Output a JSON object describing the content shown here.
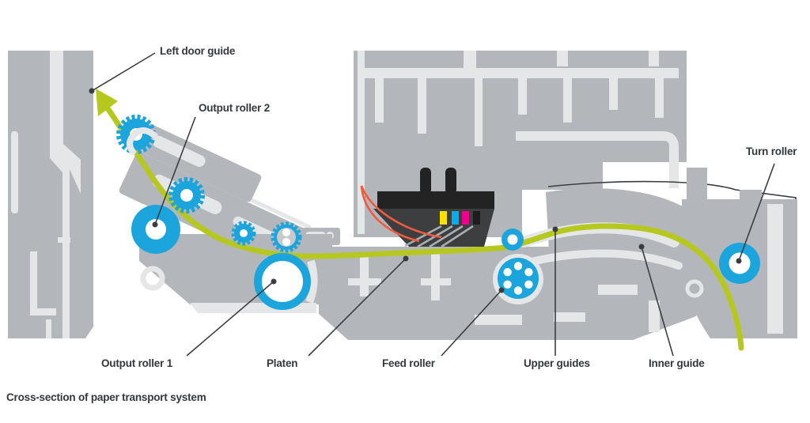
{
  "figure": {
    "caption": "Cross-section of paper transport system",
    "labels": {
      "left_door_guide": "Left door guide",
      "output_roller_2": "Output roller 2",
      "turn_roller": "Turn roller",
      "output_roller_1": "Output roller 1",
      "platen": "Platen",
      "feed_roller": "Feed roller",
      "upper_guides": "Upper guides",
      "inner_guide": "Inner guide"
    },
    "icons": {
      "paper_path_arrow": "arrow-up-left"
    }
  },
  "colors": {
    "part-gray": "#b3b7bb",
    "part-light": "#e5e6e8",
    "roller-blue": "#1ba5dc",
    "paper-path-green": "#b6c81f",
    "printhead-black": "#232323",
    "printhead-body": "#3d3e40",
    "ink-yellow": "#ffe000",
    "ink-cyan": "#00aeef",
    "ink-magenta": "#ec008c",
    "ink-black": "#1c1c1c",
    "cable-red": "#ee5b3e",
    "leader-line": "#3a3e43",
    "label-text": "#33383d"
  }
}
